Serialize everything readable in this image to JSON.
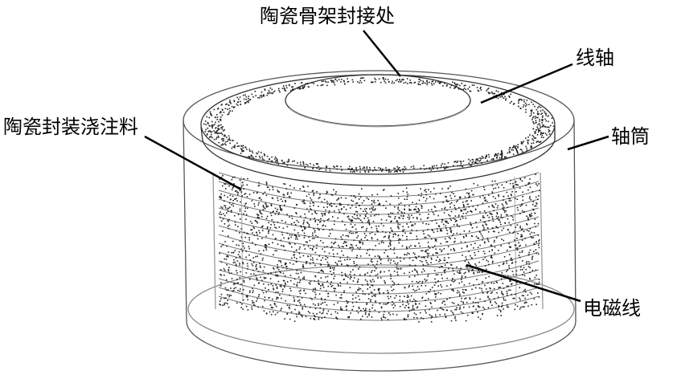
{
  "labels": {
    "seal_joint": "陶瓷骨架封接处",
    "spool": "线轴",
    "potting": "陶瓷封装浇注料",
    "sleeve": "轴筒",
    "wire": "电磁线"
  }
}
